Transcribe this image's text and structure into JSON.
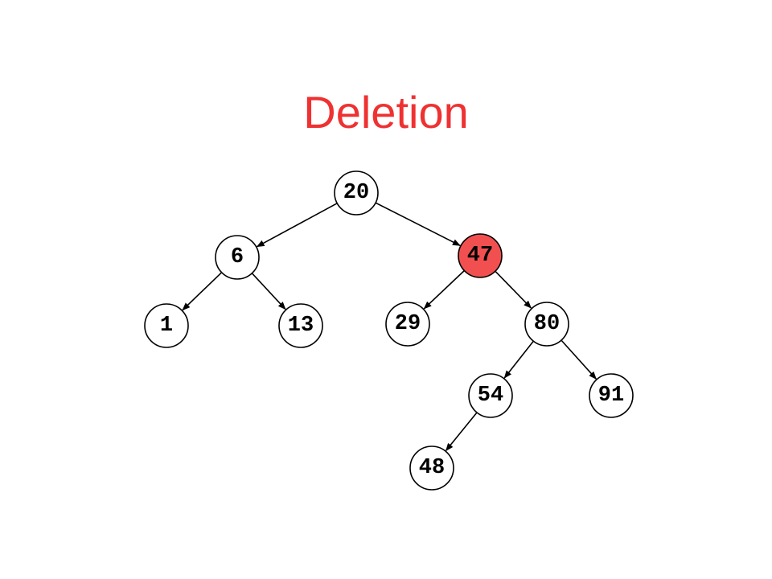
{
  "title": "Deletion",
  "colors": {
    "title": "#ef3131",
    "node_fill": "#ffffff",
    "highlight_fill": "#f25050",
    "stroke": "#000000"
  },
  "tree": {
    "highlighted": "47",
    "nodes": [
      {
        "id": "n20",
        "label": "20"
      },
      {
        "id": "n6",
        "label": "6"
      },
      {
        "id": "n47",
        "label": "47"
      },
      {
        "id": "n1",
        "label": "1"
      },
      {
        "id": "n13",
        "label": "13"
      },
      {
        "id": "n29",
        "label": "29"
      },
      {
        "id": "n80",
        "label": "80"
      },
      {
        "id": "n54",
        "label": "54"
      },
      {
        "id": "n91",
        "label": "91"
      },
      {
        "id": "n48",
        "label": "48"
      }
    ],
    "edges": [
      {
        "from": "n20",
        "to": "n6"
      },
      {
        "from": "n20",
        "to": "n47"
      },
      {
        "from": "n6",
        "to": "n1"
      },
      {
        "from": "n6",
        "to": "n13"
      },
      {
        "from": "n47",
        "to": "n29"
      },
      {
        "from": "n47",
        "to": "n80"
      },
      {
        "from": "n80",
        "to": "n54"
      },
      {
        "from": "n80",
        "to": "n91"
      },
      {
        "from": "n54",
        "to": "n48"
      }
    ]
  }
}
